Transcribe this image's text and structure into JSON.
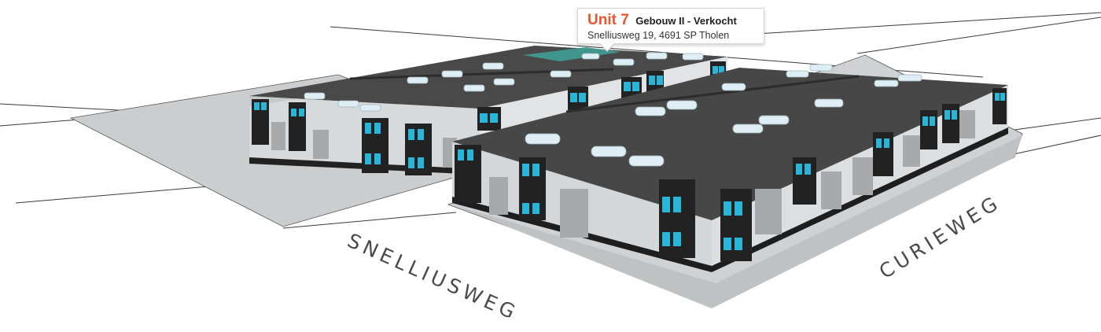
{
  "tooltip": {
    "unit": "Unit 7",
    "status": "Gebouw II - Verkocht",
    "address": "Snelliusweg 19, 4691 SP  Tholen"
  },
  "streets": {
    "left": "SNELLIUSWEG",
    "right": "CURIEWEG"
  },
  "colors": {
    "accent": "#e8552e",
    "selected_unit": "#3f9e96",
    "roof": "#4a4a4a",
    "wall": "#dadde0",
    "window": "#27b4d6",
    "ground": "#cfd1d2"
  }
}
